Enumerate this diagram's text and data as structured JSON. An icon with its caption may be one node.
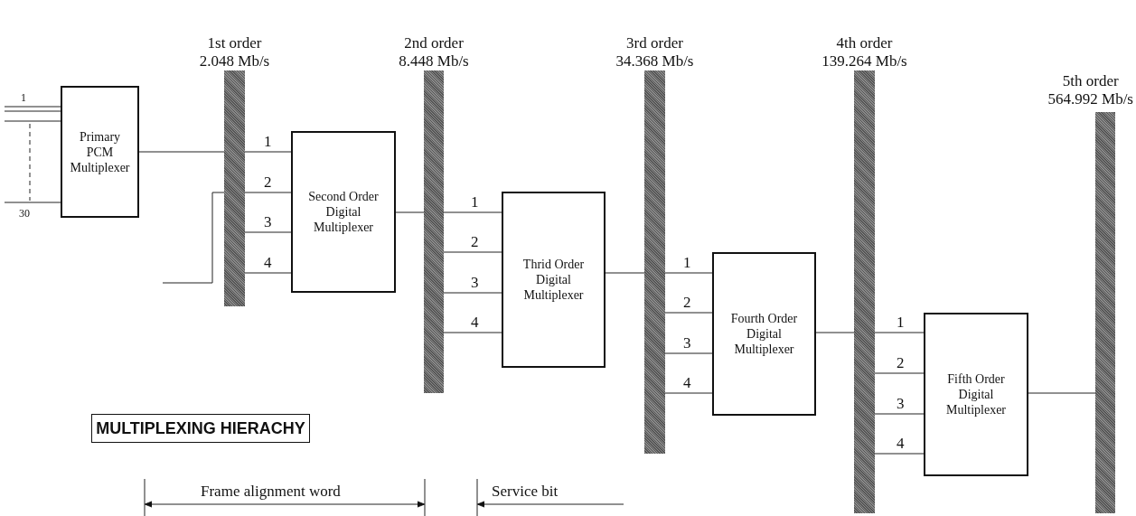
{
  "diagram": {
    "nodes": [
      {
        "text": [
          "Primary PCM Multiplexer"
        ]
      },
      {
        "text": [
          "1st order",
          "2.048 Mb/s"
        ]
      },
      {
        "text": [
          "Second Order Digital Multiplexer"
        ]
      },
      {
        "text": [
          "2nd order",
          "8.448 Mb/s"
        ]
      },
      {
        "text": [
          "Thrid Order Digital Multiplexer"
        ]
      },
      {
        "text": [
          "3rd order",
          "34.368 Mb/s"
        ]
      },
      {
        "text": [
          "Fourth Order Digital Multiplexer"
        ]
      },
      {
        "text": [
          "4th order",
          "139.264 Mb/s"
        ]
      },
      {
        "text": [
          "Fifth Order Digital Multiplexer"
        ]
      },
      {
        "text": [
          "5th order",
          "564.992 Mb/s"
        ]
      },
      {
        "text": [
          "MULTIPLEXING HIERACHY"
        ]
      }
    ],
    "edges": [
      {
        "from": null,
        "to": 0,
        "arrow": "none",
        "label": "1"
      },
      {
        "from": null,
        "to": 0,
        "arrow": "none"
      },
      {
        "from": null,
        "to": 0,
        "arrow": "none"
      },
      {
        "from": null,
        "to": 0,
        "arrow": "none",
        "label": "30"
      },
      {
        "from": 0,
        "to": 1,
        "arrow": "none"
      },
      {
        "from": 1,
        "to": 2,
        "arrow": "none",
        "label": "1"
      },
      {
        "from": 1,
        "to": 2,
        "arrow": "none",
        "label": "2"
      },
      {
        "from": 1,
        "to": 2,
        "arrow": "none",
        "label": "3"
      },
      {
        "from": 1,
        "to": 2,
        "arrow": "none",
        "label": "4"
      },
      {
        "from": null,
        "to": 1,
        "arrow": "none"
      },
      {
        "from": 2,
        "to": 3,
        "arrow": "none"
      },
      {
        "from": 3,
        "to": 4,
        "arrow": "none",
        "label": "1"
      },
      {
        "from": 3,
        "to": 4,
        "arrow": "none",
        "label": "2"
      },
      {
        "from": 3,
        "to": 4,
        "arrow": "none",
        "label": "3"
      },
      {
        "from": 3,
        "to": 4,
        "arrow": "none",
        "label": "4"
      },
      {
        "from": 4,
        "to": 5,
        "arrow": "none"
      },
      {
        "from": 5,
        "to": 6,
        "arrow": "none",
        "label": "1"
      },
      {
        "from": 5,
        "to": 6,
        "arrow": "none",
        "label": "2"
      },
      {
        "from": 5,
        "to": 6,
        "arrow": "none",
        "label": "3"
      },
      {
        "from": 5,
        "to": 6,
        "arrow": "none",
        "label": "4"
      },
      {
        "from": 6,
        "to": 7,
        "arrow": "none"
      },
      {
        "from": 7,
        "to": 8,
        "arrow": "none",
        "label": "1"
      },
      {
        "from": 7,
        "to": 8,
        "arrow": "none",
        "label": "2"
      },
      {
        "from": 7,
        "to": 8,
        "arrow": "none",
        "label": "3"
      },
      {
        "from": 7,
        "to": 8,
        "arrow": "none",
        "label": "4"
      },
      {
        "from": 8,
        "to": 9,
        "arrow": "none"
      }
    ],
    "labels": [
      "Frame alignment word",
      "Service bit"
    ]
  }
}
